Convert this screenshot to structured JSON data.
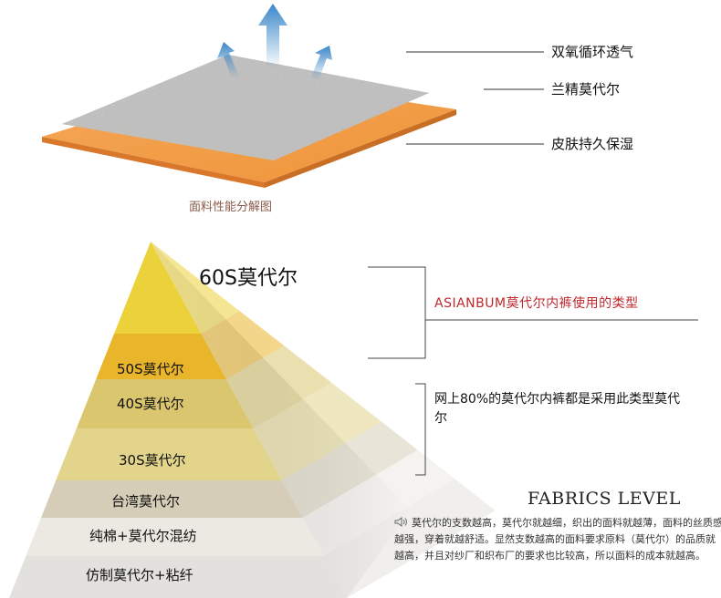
{
  "fabric": {
    "labels": [
      "双氧循环透气",
      "兰精莫代尔",
      "皮肤持久保湿"
    ],
    "caption": "面料性能分解图"
  },
  "pyramid": {
    "tiers": [
      "60S莫代尔",
      "50S莫代尔",
      "40S莫代尔",
      "30S莫代尔",
      "台湾莫代尔",
      "纯棉+莫代尔混纺",
      "仿制莫代尔+粘纤"
    ],
    "colors": [
      "#ecd23a",
      "#e9b52a",
      "#d9c66e",
      "#e2d48b",
      "#d6cdb8",
      "#ece9e3",
      "#e3e1dd"
    ]
  },
  "notes": {
    "usage_type": "ASIANBUM莫代尔内裤使用的类型",
    "market_note": "网上80%的莫代尔内裤都是采用此类型莫代尔"
  },
  "fabrics_level": {
    "title": "FABRICS LEVEL",
    "description": "莫代尔的支数越高，莫代尔就越细，织出的面料就越薄，面料的丝质感越强，穿着就越舒适。显然支数越高的面料要求原料（莫代尔）的品质就越高，并且对纱厂和织布厂的要求也比较高，所以面料的成本就越高。"
  },
  "icons": [
    "up-arrow-icon",
    "speaker-icon"
  ]
}
